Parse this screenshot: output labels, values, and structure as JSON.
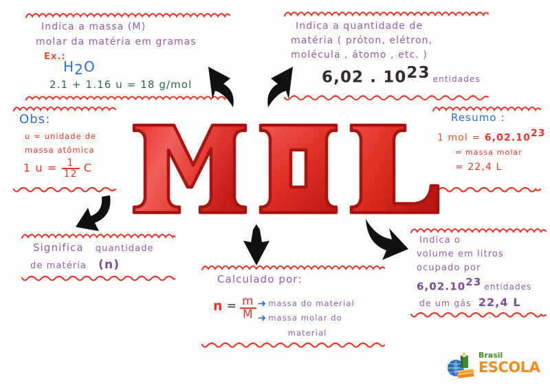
{
  "page": {
    "title": "MOL",
    "background": "#fdfdfc"
  },
  "colors": {
    "red": "#e8342a",
    "red_orange": "#ef4b2c",
    "purple": "#8f5fa8",
    "blue": "#2f6fd0",
    "green": "#2e6b45",
    "dark": "#332b33",
    "logo_green": "#4a8a2f",
    "logo_orange": "#f08a1c",
    "logo_blue": "#2a6cb5"
  },
  "center": {
    "word": "MOL",
    "letters": [
      "M",
      "O",
      "L"
    ]
  },
  "notes": {
    "mass": {
      "id": "indica-a-massa",
      "lines": [
        "Indica  a massa (M)",
        "molar da matéria em gramas"
      ],
      "example_label": "Ex.:",
      "formula_substance": "H2O",
      "formula_substance_main": "H",
      "formula_substance_sub": "2",
      "formula_substance_tail": "O",
      "formula_calc": "2.1 + 1.16 u  =  18 g/mol"
    },
    "quantity": {
      "id": "indica-a-quantidade",
      "lines": [
        "Indica  a quantidade  de",
        "matéria ( próton, elétron,",
        "molécula ,  átomo ,  etc. )"
      ],
      "number_mantissa": "6,02 . 10",
      "number_exponent": "23",
      "number_unit": "entidades"
    },
    "obs": {
      "id": "obs",
      "title": "Obs:",
      "lines": [
        "u = unidade de",
        "massa atômica"
      ],
      "formula_prefix": "1 u = ",
      "formula_num": "1",
      "formula_den": "12",
      "formula_suffix": " C"
    },
    "resumo": {
      "id": "resumo",
      "title": "Resumo :",
      "line1_prefix": "1 mol = ",
      "line1_value": "6,02.10",
      "line1_exponent": "23",
      "line2": "= massa molar",
      "line3": "= 22,4 L"
    },
    "significa": {
      "id": "significa-quantidade",
      "line1_a": "Significa",
      "line1_b": "quantidade",
      "line2_a": "de matéria",
      "line2_b": "(n)"
    },
    "calculado": {
      "id": "calculado-por",
      "title": "Calculado por:",
      "formula_var": "n",
      "formula_eq": "=",
      "formula_num": "m",
      "formula_den": "M",
      "arrow_glyph": "➜",
      "desc1": "massa do material",
      "desc2": "massa molar do",
      "desc3": "material"
    },
    "volume": {
      "id": "indica-o-volume",
      "lines": [
        "Indica   o",
        "volume em litros",
        "ocupado por"
      ],
      "line4_value": "6,02.10",
      "line4_exponent": "23",
      "line4_unit": "entidades",
      "line5_prefix": "de  um  gás",
      "line5_value": "22,4 L"
    }
  },
  "arrows": [
    {
      "name": "arrow-to-mass",
      "direction": "up-left"
    },
    {
      "name": "arrow-to-quantity",
      "direction": "up-right"
    },
    {
      "name": "arrow-to-significa",
      "direction": "down-left"
    },
    {
      "name": "arrow-to-calculado",
      "direction": "down"
    },
    {
      "name": "arrow-to-volume",
      "direction": "down-right"
    }
  ],
  "logo": {
    "brand_top": "Brasil",
    "brand_bottom": "ESCOLA"
  }
}
